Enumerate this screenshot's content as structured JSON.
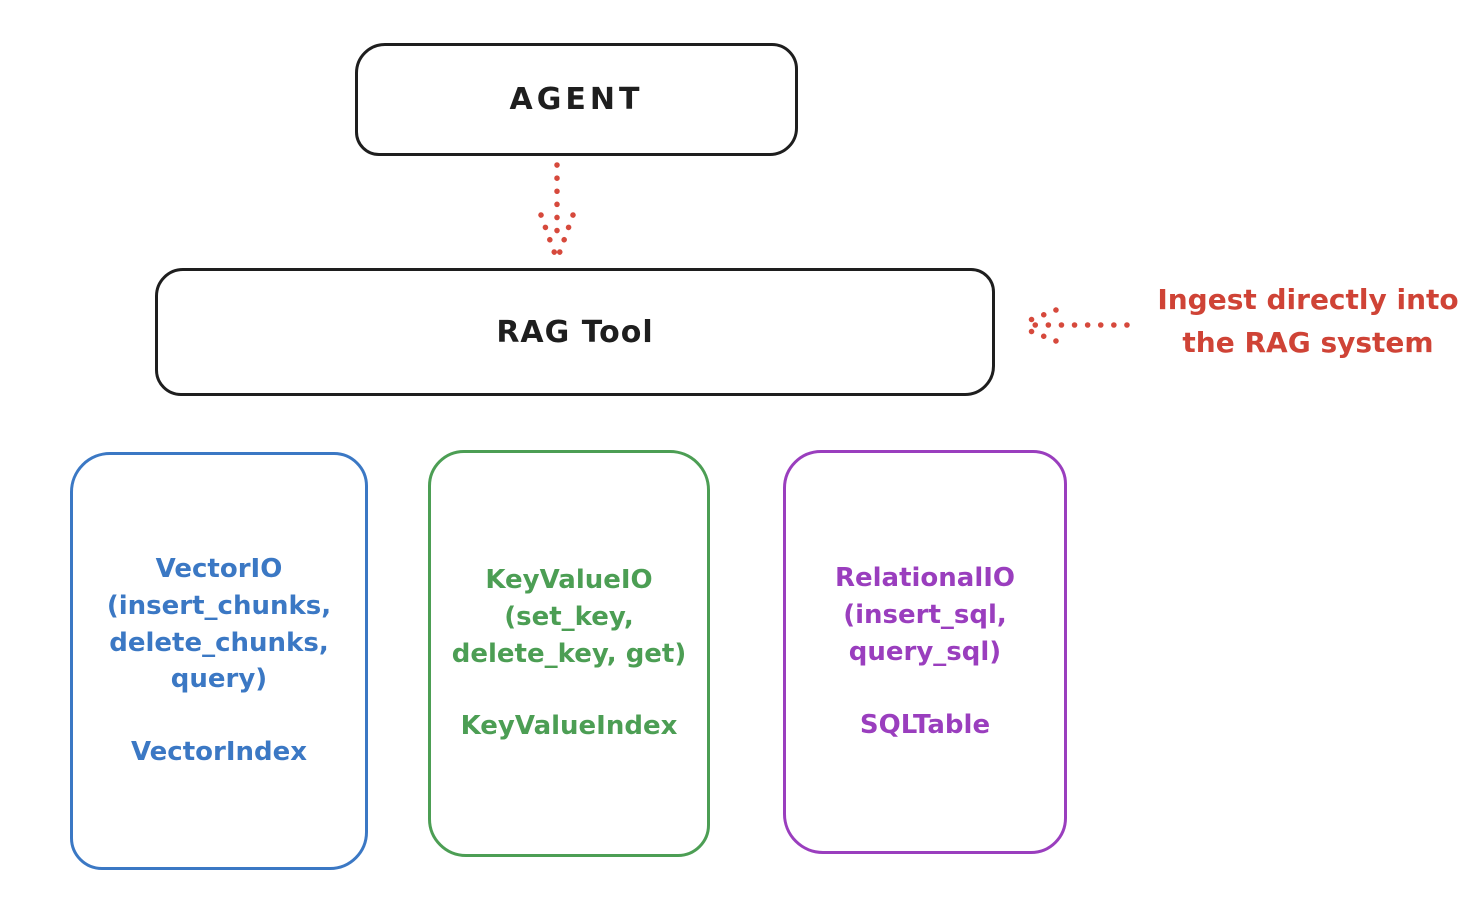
{
  "colors": {
    "stroke_black": "#1e1e1e",
    "red": "#cf4336",
    "blue": "#3b78c4",
    "green": "#4c9e54",
    "purple": "#9a3ebe",
    "background": "#ffffff"
  },
  "nodes": {
    "agent": {
      "label": "AGENT"
    },
    "rag_tool": {
      "label": "RAG Tool"
    },
    "stores": [
      {
        "id": "vector-io",
        "color": "#3b78c4",
        "methods": "VectorIO\n(insert_chunks,\ndelete_chunks,\nquery)",
        "index": "VectorIndex"
      },
      {
        "id": "key-value-io",
        "color": "#4c9e54",
        "methods": "KeyValueIO\n(set_key,\ndelete_key, get)",
        "index": "KeyValueIndex"
      },
      {
        "id": "relational-io",
        "color": "#9a3ebe",
        "methods": "RelationalIO\n(insert_sql,\nquery_sql)",
        "index": "SQLTable"
      }
    ]
  },
  "annotation": {
    "text": "Ingest directly into\nthe RAG system",
    "color": "#cf4336"
  },
  "arrows": [
    {
      "name": "agent-to-rag-tool",
      "style": "dotted",
      "color": "#cf4336",
      "direction": "down"
    },
    {
      "name": "annotation-to-rag-tool",
      "style": "dotted",
      "color": "#cf4336",
      "direction": "left"
    }
  ]
}
